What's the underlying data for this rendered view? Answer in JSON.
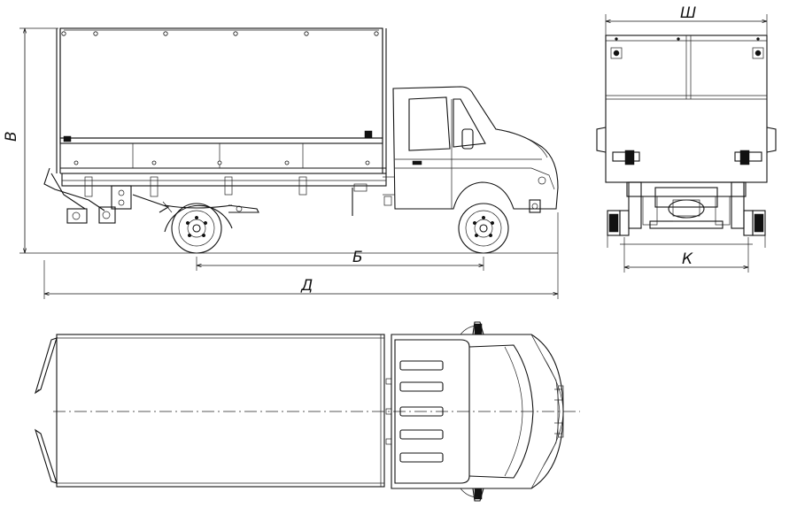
{
  "diagram": {
    "dimension_labels": {
      "height": "В",
      "width": "Ш",
      "wheelbase": "Б",
      "length": "Д",
      "track": "К"
    }
  }
}
